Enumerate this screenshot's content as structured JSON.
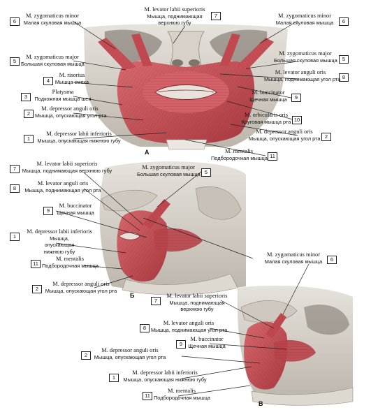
{
  "panels": {
    "a": "А",
    "b": "Б",
    "c": "В"
  },
  "labels": {
    "a_6_left": {
      "num": "6",
      "latin": "M. zygomaticus minor",
      "russian": "Малая скуловая мышца"
    },
    "a_7_top": {
      "num": "7",
      "latin": "M. levator labii superioris",
      "russian": "Мышца, поднимающая верхнюю губу"
    },
    "a_6_right": {
      "num": "6",
      "latin": "M. zygomaticus minor",
      "russian": "Малая скуловая мышца"
    },
    "a_5_left": {
      "num": "5",
      "latin": "M. zygomaticus major",
      "russian": "Большая скуловая мышца"
    },
    "a_5_right": {
      "num": "5",
      "latin": "M. zygomaticus major",
      "russian": "Большая скуловая мышца"
    },
    "a_4": {
      "num": "4",
      "latin": "M. risorius",
      "russian": "Мышца смеха"
    },
    "a_8": {
      "num": "8",
      "latin": "M. levator anguli oris",
      "russian": "Мышца, поднимающая угол рта"
    },
    "a_3": {
      "num": "3",
      "latin": "Platysma",
      "russian": "Подкожная мышца шеи"
    },
    "a_9": {
      "num": "9",
      "latin": "M. buccinator",
      "russian": "Щечная мышца"
    },
    "a_2_left": {
      "num": "2",
      "latin": "M. depressor anguli oris",
      "russian": "Мышца, опускающая угол рта"
    },
    "a_10": {
      "num": "10",
      "latin": "M. orbicularis oris",
      "russian": "Круговая мышца рта"
    },
    "a_2_right": {
      "num": "2",
      "latin": "M. depressor anguli oris",
      "russian": "Мышца, опускающая угол рта"
    },
    "a_1": {
      "num": "1",
      "latin": "M. depressor labii inferioris",
      "russian": "Мышца, опускающая нижнюю губу"
    },
    "a_11": {
      "num": "11",
      "latin": "M. mentalis",
      "russian": "Подбородочная мышца"
    },
    "b_7": {
      "num": "7",
      "latin": "M. levator labii superioris",
      "russian": "Мышца, поднимающая верхнюю губу"
    },
    "b_5": {
      "num": "5",
      "latin": "M. zygomaticus major",
      "russian": "Большая скуловая мышца"
    },
    "b_8": {
      "num": "8",
      "latin": "M. levator anguli oris",
      "russian": "Мышца, поднимающая угол рта"
    },
    "b_9": {
      "num": "9",
      "latin": "M. buccinator",
      "russian": "Щечная мышца"
    },
    "b_1": {
      "num": "1",
      "latin": "M. depressor labii inferioris",
      "russian": "Мышца, опускающая нижнюю губу"
    },
    "b_6": {
      "num": "6",
      "latin": "M. zygomaticus minor",
      "russian": "Малая скуловая мышца"
    },
    "b_11": {
      "num": "11",
      "latin": "M. mentalis",
      "russian": "Подбородочная мышца"
    },
    "b_2": {
      "num": "2",
      "latin": "M. depressor anguli oris",
      "russian": "Мышца, опускающая угол рта"
    },
    "c_7": {
      "num": "7",
      "latin": "M. levator labii superioris",
      "russian": "Мышца, поднимающая верхнюю губу"
    },
    "c_8": {
      "num": "8",
      "latin": "M. levator anguli oris",
      "russian": "Мышца, поднимающая угол рта"
    },
    "c_9": {
      "num": "9",
      "latin": "M. buccinator",
      "russian": "Щечная мышца"
    },
    "c_2": {
      "num": "2",
      "latin": "M. depressor anguli oris",
      "russian": "Мышца, опускающая угол рта"
    },
    "c_1": {
      "num": "1",
      "latin": "M. depressor labii inferioris",
      "russian": "Мышца, опускающая нижнюю губу"
    },
    "c_11": {
      "num": "11",
      "latin": "M. mentalis",
      "russian": "Подбородочная мышца"
    }
  },
  "colors": {
    "muscle": "#c9545a",
    "muscle_dark": "#a53a40",
    "muscle_light": "#e08a8a",
    "bone": "#d9d4cc",
    "bone_shade": "#b9b2a8",
    "bone_dark": "#8f887e",
    "leader": "#222222"
  }
}
